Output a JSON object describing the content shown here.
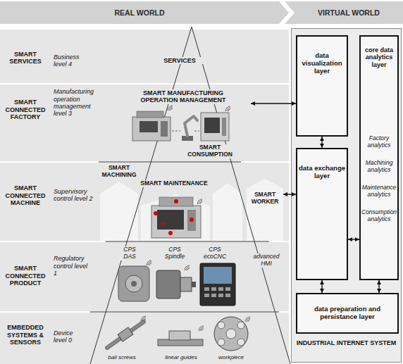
{
  "diagram": {
    "nodes": [
      {
        "text": [
          "REAL WORLD"
        ]
      },
      {
        "text": [
          "VIRTUAL WORLD"
        ]
      },
      {
        "text": [
          "SMART SERVICES",
          "Business level 4"
        ]
      },
      {
        "text": [
          "SMART CONNECTED FACTORY",
          "Manufacturing operation management level 3"
        ]
      },
      {
        "text": [
          "SMART CONNECTED MACHINE",
          "Supervisory control level 2"
        ]
      },
      {
        "text": [
          "SMART CONNECTED PRODUCT",
          "Regulatory control level 1"
        ]
      },
      {
        "text": [
          "EMBEDDED SYSTEMS & SENSORS",
          "Device level 0"
        ]
      },
      {
        "text": [
          "INDUSTRIAL INTERNET SYSTEM"
        ]
      },
      {
        "text": [
          "data visualization layer"
        ],
        "in": 7
      },
      {
        "text": [
          "core data analytics layer",
          "Factory analytics",
          "Machining analytics",
          "Maintenance analytics",
          "Consumption analytics"
        ],
        "in": 7
      },
      {
        "text": [
          "data exchange layer"
        ],
        "in": 7
      },
      {
        "text": [
          "data preparation and persistance layer"
        ],
        "in": 7
      }
    ],
    "edges": [
      {
        "from": 3,
        "to": 8,
        "arrow": "both"
      },
      {
        "from": 4,
        "to": 10,
        "arrow": "both"
      },
      {
        "from": 8,
        "to": 10,
        "arrow": "both"
      },
      {
        "from": 10,
        "to": 9,
        "arrow": "both"
      },
      {
        "from": 10,
        "to": 11,
        "arrow": "both"
      },
      {
        "from": 9,
        "to": 11,
        "arrow": "both"
      }
    ],
    "labels": [
      "SERVICES",
      "SMART MANUFACTURING OPERATION MANAGEMENT",
      "SMART MACHINING",
      "SMART MAINTENANCE",
      "SMART CONSUMPTION",
      "SMART WORKER",
      "CPS DAS",
      "CPS Spindle",
      "CPS ecoCNC",
      "advanced HMI",
      "ball screws",
      "linear guides",
      "workpiece"
    ]
  }
}
